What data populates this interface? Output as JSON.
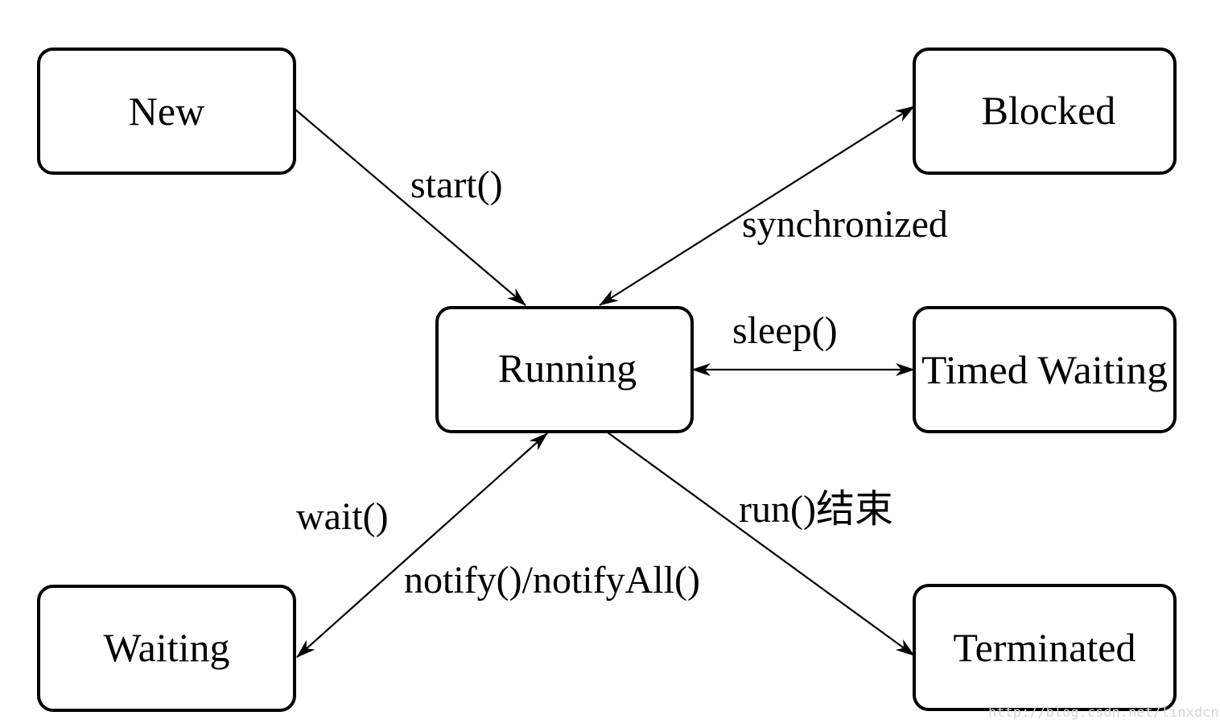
{
  "nodes": {
    "new": {
      "label": "New"
    },
    "blocked": {
      "label": "Blocked"
    },
    "running": {
      "label": "Running"
    },
    "timed_waiting": {
      "label": "Timed Waiting"
    },
    "waiting": {
      "label": "Waiting"
    },
    "terminated": {
      "label": "Terminated"
    }
  },
  "edges": {
    "start": {
      "label": "start()",
      "from": "New",
      "to": "Running"
    },
    "synchronized": {
      "label": "synchronized",
      "from": "Running",
      "to": "Blocked",
      "bidirectional": true
    },
    "sleep": {
      "label": "sleep()",
      "from": "Running",
      "to": "Timed Waiting",
      "bidirectional": true
    },
    "wait": {
      "label": "wait()",
      "from": "Running",
      "to": "Waiting"
    },
    "notify": {
      "label": "notify()/notifyAll()",
      "from": "Waiting",
      "to": "Running"
    },
    "run_end": {
      "label": "run()结束",
      "from": "Running",
      "to": "Terminated"
    }
  },
  "watermark": "http://blog.csdn.net/linxdcn",
  "colors": {
    "stroke": "#000000",
    "background": "#ffffff",
    "watermark": "#d6d6d6"
  }
}
